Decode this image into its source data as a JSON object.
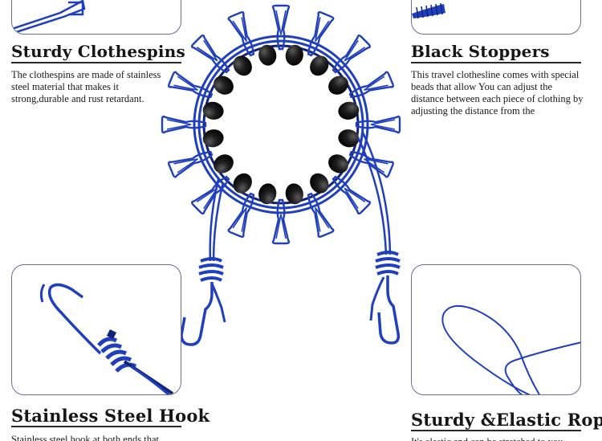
{
  "features": {
    "clothespins": {
      "title": "Sturdy Clothespins",
      "text": "The clothespins are made of stainless steel material that makes it strong,durable and rust retardant."
    },
    "stoppers": {
      "title": "Black Stoppers",
      "text": "This travel clothesline comes with special beads that allow You can adjust the distance between each piece of clothing by adjusting the distance from the"
    },
    "hook": {
      "title": "Stainless Steel Hook",
      "text": "Stainless steel hook at both ends that"
    },
    "rope": {
      "title": "Sturdy &Elastic Rope",
      "text": "It's elastic and can be stretched to you"
    }
  },
  "colors": {
    "product_blue": "#1f3fbf",
    "product_blue_dark": "#12247a",
    "stopper_black": "#1a1a1a",
    "panel_border": "#6d6d8c"
  },
  "icons": {
    "clothespin": "clothespin-icon",
    "stopper": "stopper-icon",
    "hook": "hook-icon",
    "rope": "rope-icon"
  }
}
